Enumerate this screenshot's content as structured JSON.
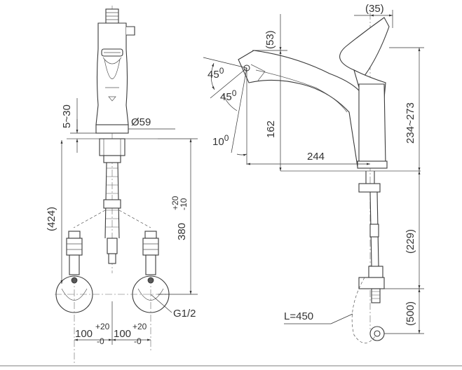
{
  "front_view": {
    "dim_top_range": "5~30",
    "dim_diameter": "Ø59",
    "dim_supply_height": "(424)",
    "dim_total_height_base": "380",
    "dim_total_height_tol_plus": "+20",
    "dim_total_height_tol_minus": "-10",
    "dim_thread": "G1/2",
    "dim_spacing_left_base": "100",
    "dim_spacing_left_tol_plus": "+20",
    "dim_spacing_left_tol_minus": "-0",
    "dim_spacing_right_base": "100",
    "dim_spacing_right_tol_plus": "+20",
    "dim_spacing_right_tol_minus": "-0"
  },
  "side_view": {
    "dim_handle_offset": "(35)",
    "dim_spout_top": "(53)",
    "dim_angle_upper": "45",
    "dim_angle_lower": "45",
    "dim_angle_tilt": "10",
    "angle_unit": "0",
    "dim_spout_height": "162",
    "dim_reach": "244",
    "dim_body_height": "234~273",
    "dim_lower_length": "(229)",
    "dim_hose_pull": "(500)",
    "dim_hose_length": "L=450"
  }
}
